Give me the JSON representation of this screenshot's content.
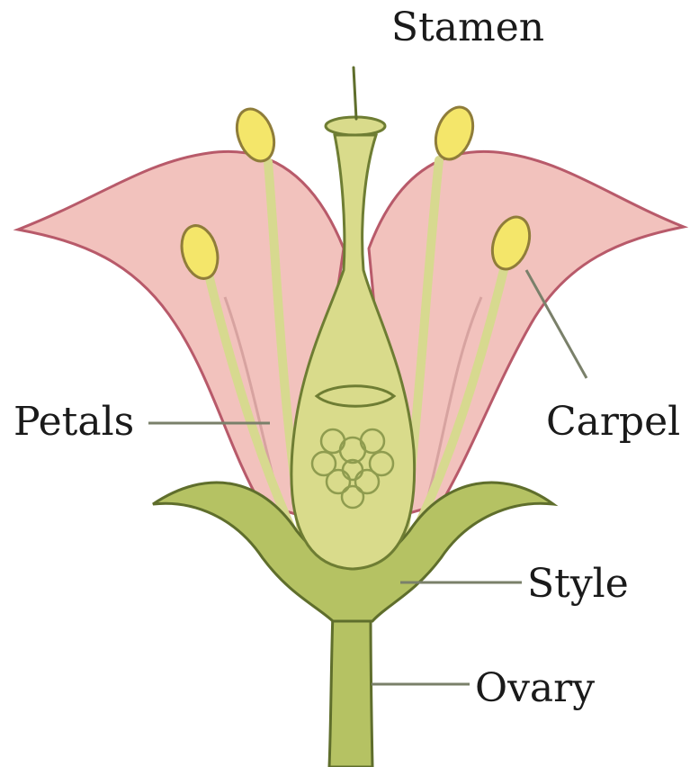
{
  "labels": {
    "stamen": "Stamen",
    "petals": "Petals",
    "carpel": "Carpel",
    "style": "Style",
    "ovary": "Ovary"
  },
  "colors": {
    "petal_fill": "#f2c2bd",
    "petal_stroke": "#b85a6a",
    "sepal_fill": "#b5c263",
    "sepal_stroke": "#5f6e2c",
    "pistil_fill": "#d9db8b",
    "pistil_stroke": "#6e7d33",
    "filament": "#d7d98f",
    "anther_fill": "#f4e66a",
    "anther_stroke": "#8f7d3a",
    "leader_line": "#7a806a",
    "label_text": "#1a1a1a"
  }
}
